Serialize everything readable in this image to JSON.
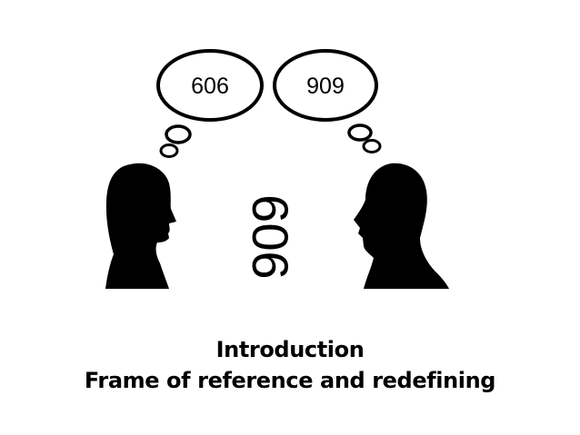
{
  "diagram": {
    "left_thought": "606",
    "right_thought": "909",
    "center_number": "909",
    "ink_color": "#000000",
    "background_color": "#ffffff"
  },
  "caption": {
    "title": "Introduction",
    "subtitle": "Frame of reference and redefining"
  }
}
